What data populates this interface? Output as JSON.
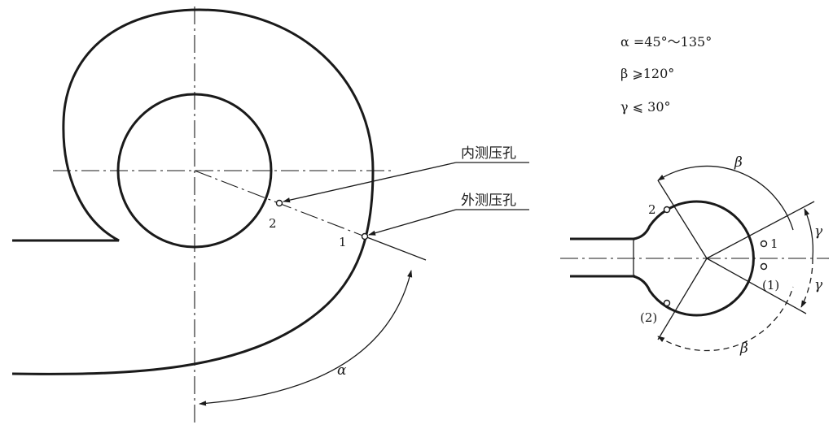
{
  "formulas": {
    "alpha": "α =45°～135°",
    "beta": "β ⩾120°",
    "gamma": "γ ⩽ 30°"
  },
  "labels": {
    "inner_tap": "内测压孔",
    "outer_tap": "外测压孔",
    "point_1": "1",
    "point_2": "2",
    "alpha": "α",
    "beta": "β",
    "gamma": "γ",
    "paren_1": "(1)",
    "paren_2": "(2)"
  }
}
